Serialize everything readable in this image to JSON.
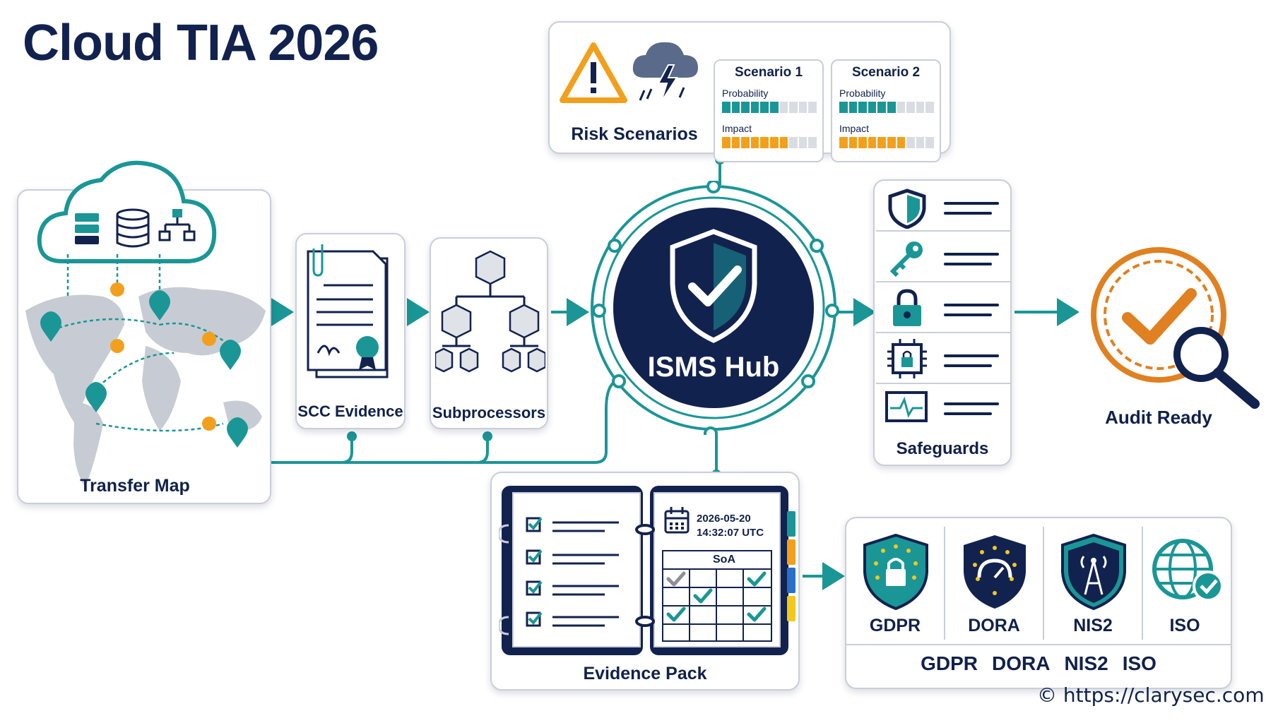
{
  "title": "Cloud TIA 2026",
  "nodes": {
    "transfer_map": "Transfer Map",
    "scc_evidence": "SCC Evidence",
    "subprocessors": "Subprocessors",
    "hub": "ISMS Hub",
    "risk_scenarios": "Risk Scenarios",
    "safeguards": "Safeguards",
    "audit_ready": "Audit Ready",
    "evidence_pack": "Evidence Pack"
  },
  "scenarios": [
    {
      "title": "Scenario 1",
      "probability_label": "Probability",
      "impact_label": "Impact",
      "probability": 0.6,
      "impact": 0.7
    },
    {
      "title": "Scenario 2",
      "probability_label": "Probability",
      "impact_label": "Impact",
      "probability": 0.55,
      "impact": 0.65
    }
  ],
  "evidence_pack": {
    "date": "2026-05-20",
    "time": "14:32:07 UTC",
    "soa_label": "SoA"
  },
  "regulations": [
    "GDPR",
    "DORA",
    "NIS2",
    "ISO"
  ],
  "regulations_summary": [
    "GDPR",
    "DORA",
    "NIS2",
    "ISO"
  ],
  "copyright": "© https://clarysec.com",
  "colors": {
    "navy": "#12224f",
    "teal": "#1a9696",
    "orange": "#f2a01c",
    "gray": "#c9ced8"
  }
}
